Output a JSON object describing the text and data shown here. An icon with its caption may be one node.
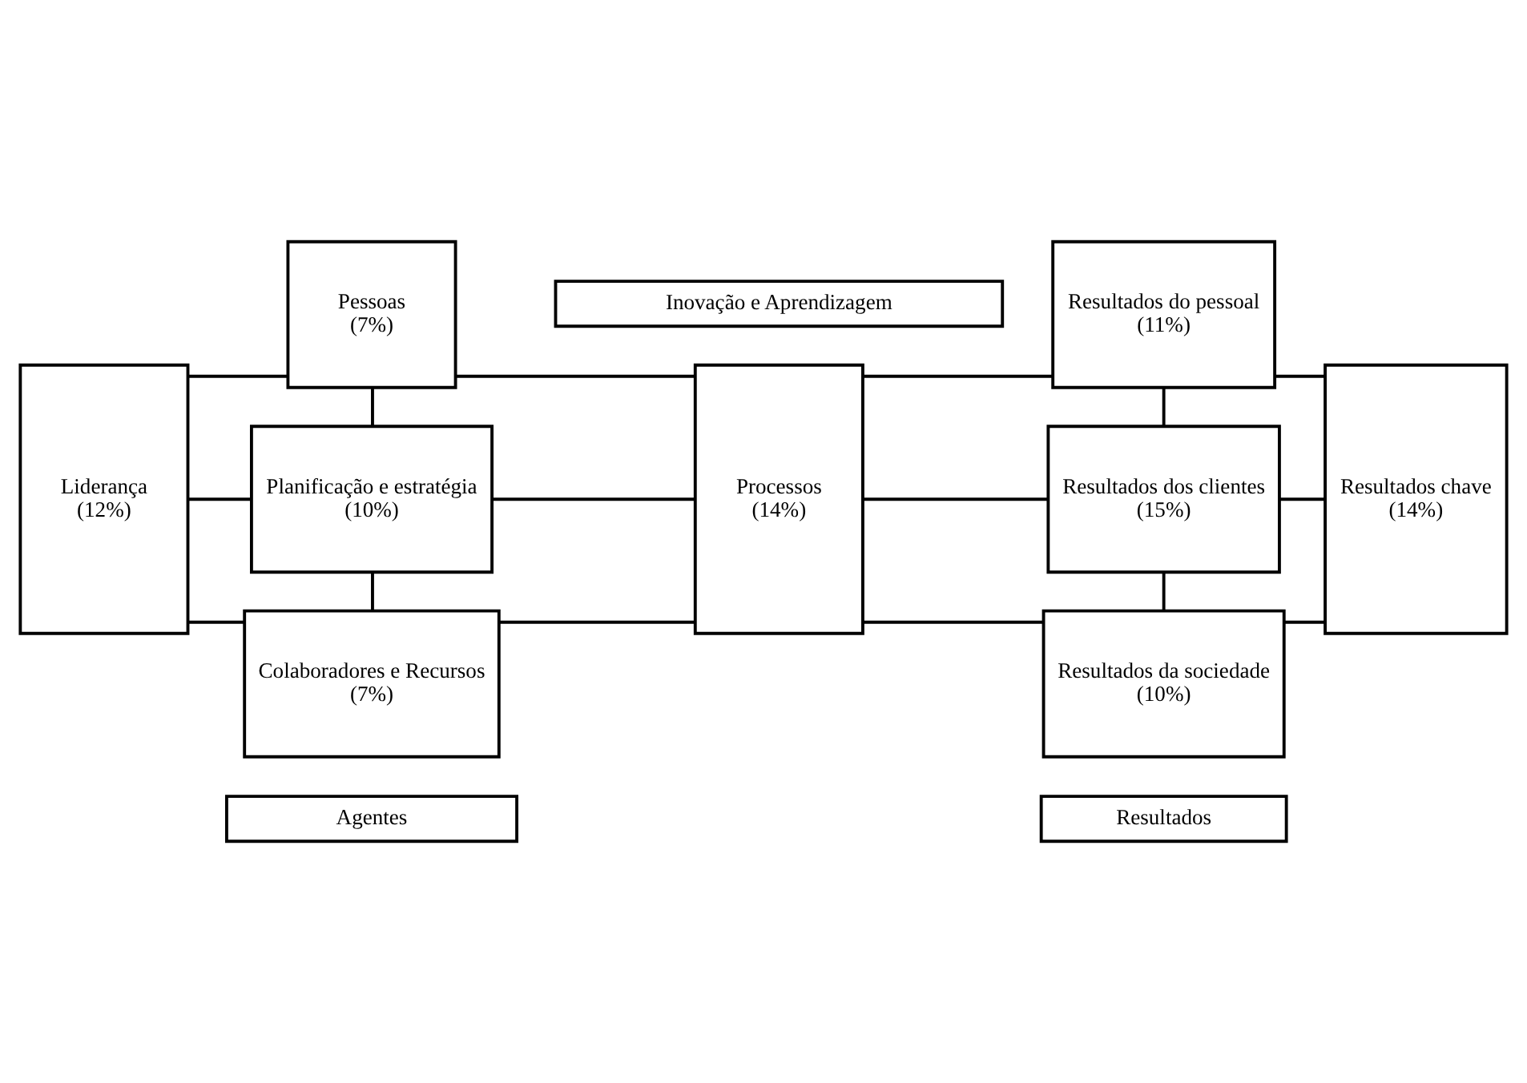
{
  "diagram": {
    "nodes": [
      {
        "text": [
          "Agentes"
        ]
      },
      {
        "text": [
          "Resultados"
        ]
      },
      {
        "text": [
          "Liderança",
          "(12%)"
        ]
      },
      {
        "text": [
          "Pessoas",
          "(7%)"
        ]
      },
      {
        "text": [
          "Planificação e estratégia",
          "(10%)"
        ]
      },
      {
        "text": [
          "Colaboradores e Recursos",
          "(7%)"
        ]
      },
      {
        "text": [
          "Processos",
          "(14%)"
        ]
      },
      {
        "text": [
          "Resultados do pessoal",
          "(11%)"
        ]
      },
      {
        "text": [
          "Resultados dos clientes",
          "(15%)"
        ]
      },
      {
        "text": [
          "Resultados da sociedade",
          "(10%)"
        ]
      },
      {
        "text": [
          "Resultados chave",
          "(14%)"
        ]
      },
      {
        "text": [
          "Inovação e Aprendizagem"
        ]
      }
    ],
    "edges": [
      {
        "from": 2,
        "to": 3,
        "arrow": "none"
      },
      {
        "from": 2,
        "to": 4,
        "arrow": "none"
      },
      {
        "from": 2,
        "to": 5,
        "arrow": "none"
      },
      {
        "from": 3,
        "to": 4,
        "arrow": "none"
      },
      {
        "from": 4,
        "to": 5,
        "arrow": "none"
      },
      {
        "from": 3,
        "to": 6,
        "arrow": "none"
      },
      {
        "from": 4,
        "to": 6,
        "arrow": "none"
      },
      {
        "from": 5,
        "to": 6,
        "arrow": "none"
      },
      {
        "from": 6,
        "to": 7,
        "arrow": "none"
      },
      {
        "from": 6,
        "to": 8,
        "arrow": "none"
      },
      {
        "from": 6,
        "to": 9,
        "arrow": "none"
      },
      {
        "from": 7,
        "to": 8,
        "arrow": "none"
      },
      {
        "from": 8,
        "to": 9,
        "arrow": "none"
      },
      {
        "from": 7,
        "to": 10,
        "arrow": "none"
      },
      {
        "from": 8,
        "to": 10,
        "arrow": "none"
      },
      {
        "from": 9,
        "to": 10,
        "arrow": "none"
      }
    ]
  }
}
